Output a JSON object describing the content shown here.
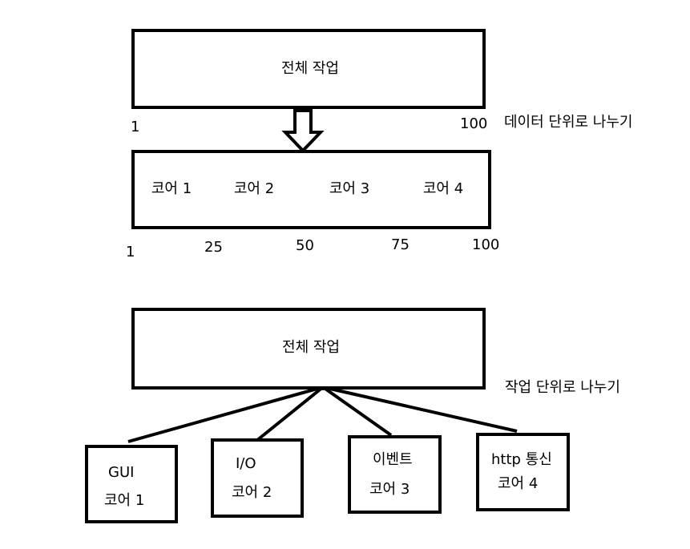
{
  "data_split": {
    "whole_task_label": "전체 작업",
    "start_label": "1",
    "end_label": "100",
    "method_label": "데이터 단위로 나누기",
    "cores": [
      {
        "label": "코어 1"
      },
      {
        "label": "코어 2"
      },
      {
        "label": "코어 3"
      },
      {
        "label": "코어 4"
      }
    ],
    "ticks": [
      "1",
      "25",
      "50",
      "75",
      "100"
    ]
  },
  "task_split": {
    "whole_task_label": "전체 작업",
    "method_label": "작업 단위로 나누기",
    "workers": [
      {
        "task": "GUI",
        "core": "코어 1"
      },
      {
        "task": "I/O",
        "core": "코어 2"
      },
      {
        "task": "이벤트",
        "core": "코어 3"
      },
      {
        "task": "http 통신",
        "core": "코어 4"
      }
    ]
  }
}
